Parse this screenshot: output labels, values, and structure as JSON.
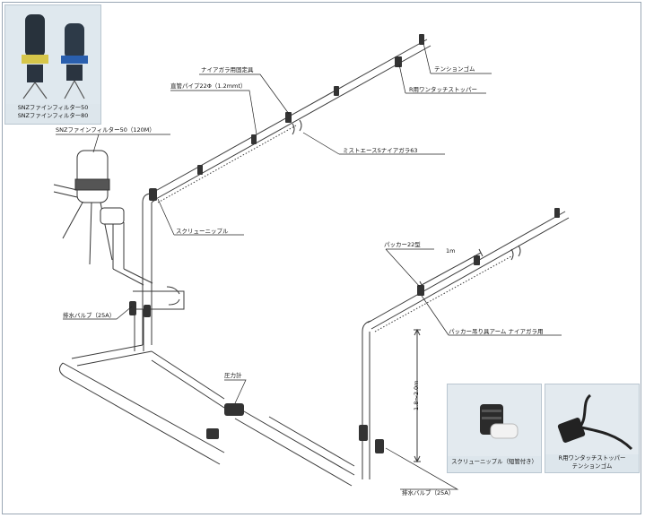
{
  "filter_photo": {
    "caption_line1": "SNZファインフィルター50",
    "caption_line2": "SNZファインフィルター80"
  },
  "labels": {
    "filter_main": "SNZファインフィルター50（120M）",
    "niagara_fixture": "ナイアガラ用固定具",
    "straight_pipe": "直管パイプ22Φ（1.2mmt）",
    "tension_rubber": "テンションゴム",
    "r_stopper": "R用ワンタッチストッパー",
    "mist_ace": "ミストエースSナイアガラ63",
    "screw_nipple": "スクリューニップル",
    "packer": "パッカー22型",
    "spacing": "1m",
    "packer_arm": "パッカー吊り具アーム ナイアガラ用",
    "drain_valve_left": "排水バルブ（25A）",
    "pressure_gauge": "圧力計",
    "height": "1.8～2.0m",
    "drain_valve_right": "排水バルブ（25A）"
  },
  "photo_screw": {
    "caption": "スクリューニップル（短管付き）"
  },
  "photo_stopper": {
    "caption_line1": "R用ワンタッチストッパー",
    "caption_line2": "テンションゴム"
  },
  "colors": {
    "pipe_stroke": "#3a3a3a",
    "pipe_fill": "#ffffff",
    "photo_bg": "#dde6ec",
    "frame": "#9aa7b4"
  }
}
